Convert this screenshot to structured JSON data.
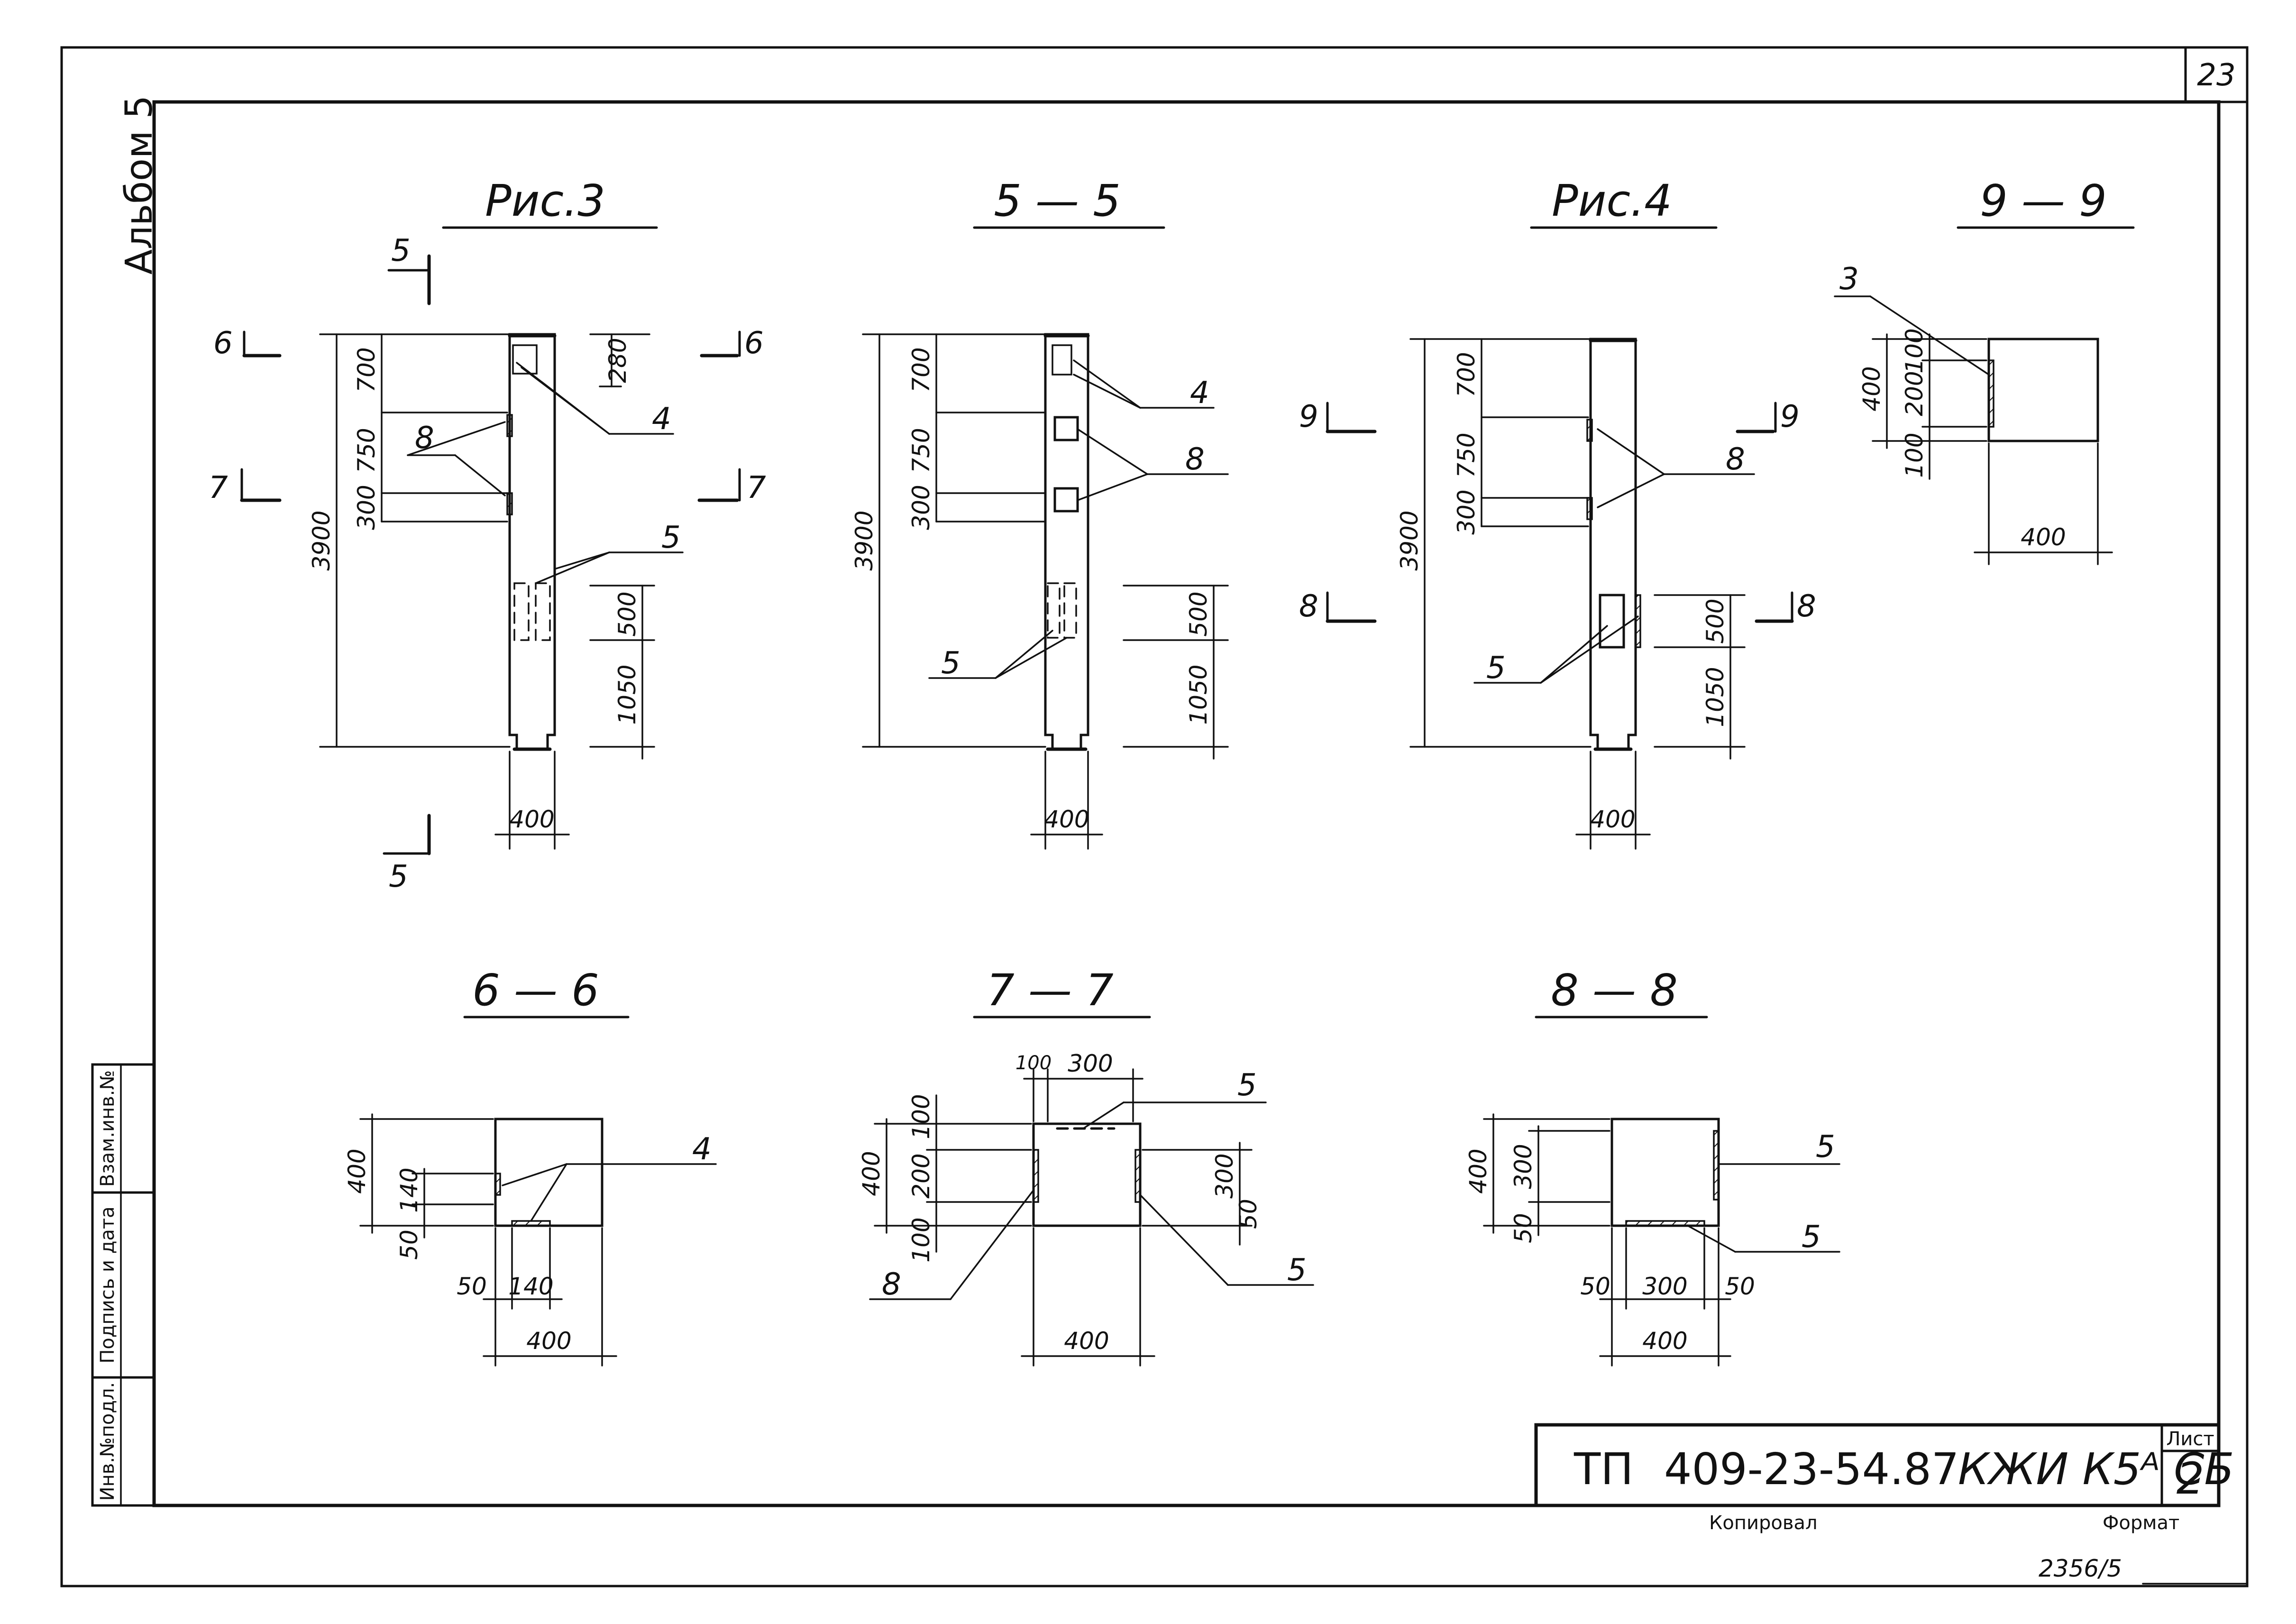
{
  "sheet": {
    "album": "Альбом 5",
    "sheet_corner_number": "23",
    "title_block": {
      "code_prefix": "ТП",
      "code_number": "409-23-54.87",
      "code_suffix": "КЖИ К5ᴬ СБ",
      "list_label": "Лист",
      "list_number": "2",
      "copied_label": "Копировал",
      "format_label": "Формат",
      "order_number": "2356/5"
    },
    "side_stamp": [
      "Инв.№подл.",
      "Подпись и дата",
      "Взам.инв.№"
    ]
  },
  "views": {
    "fig3": {
      "title": "Рис.3",
      "overall": "3900",
      "d700": "700",
      "d750": "750",
      "d300": "300",
      "d280": "280",
      "d500": "500",
      "d1050": "1050",
      "width": "400",
      "sec5_top": "5",
      "sec5_bottom": "5",
      "sec6_left": "6",
      "sec6_right": "6",
      "sec7_left": "7",
      "sec7_right": "7",
      "pos4": "4",
      "pos8": "8",
      "pos5": "5"
    },
    "sec55": {
      "title": "5 — 5",
      "overall": "3900",
      "d700": "700",
      "d750": "750",
      "d300": "300",
      "d500": "500",
      "d1050": "1050",
      "width": "400",
      "pos4": "4",
      "pos8": "8",
      "pos5": "5"
    },
    "fig4": {
      "title": "Рис.4",
      "overall": "3900",
      "d700": "700",
      "d750": "750",
      "d300": "300",
      "d500": "500",
      "d1050": "1050",
      "width": "400",
      "sec9_left": "9",
      "sec9_right": "9",
      "sec8_left": "8",
      "sec8_right": "8",
      "pos8": "8",
      "pos5": "5"
    },
    "sec99": {
      "title": "9 — 9",
      "pos3": "3",
      "d400": "400",
      "d200": "200",
      "d100a": "100",
      "d100b": "100",
      "width": "400"
    },
    "sec66": {
      "title": "6 — 6",
      "d400": "400",
      "d140v": "140",
      "d50v": "50",
      "d50h": "50",
      "d140h": "140",
      "width": "400",
      "pos4": "4"
    },
    "sec77": {
      "title": "7 — 7",
      "d100top": "100",
      "d300top": "300",
      "d400": "400",
      "d100a": "100",
      "d200": "200",
      "d100b": "100",
      "d300r": "300",
      "d50r": "50",
      "width": "400",
      "pos5a": "5",
      "pos5b": "5",
      "pos8": "8"
    },
    "sec88": {
      "title": "8 — 8",
      "d400": "400",
      "d300v": "300",
      "d50v": "50",
      "d50a": "50",
      "d300h": "300",
      "d50b": "50",
      "width": "400",
      "pos5a": "5",
      "pos5b": "5"
    }
  }
}
